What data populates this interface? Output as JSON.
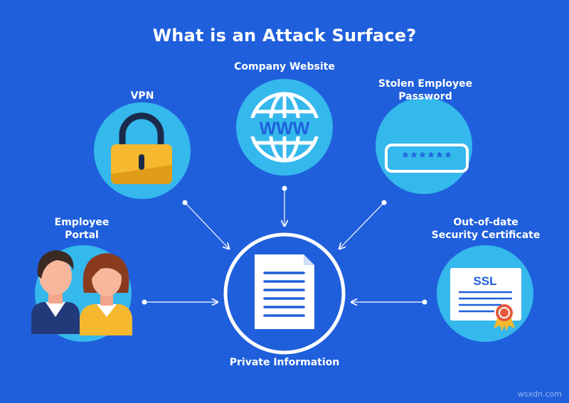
{
  "title": "What is an Attack Surface?",
  "nodes": {
    "center": {
      "label": "Private Information",
      "icon": "document-icon"
    },
    "website": {
      "label": "Company Website",
      "icon": "globe-www-icon",
      "badge": "WWW"
    },
    "vpn": {
      "label": "VPN",
      "icon": "padlock-icon"
    },
    "password": {
      "line1": "Stolen Employee",
      "line2": "Password",
      "icon": "password-field-icon",
      "mask": "******"
    },
    "portal": {
      "line1": "Employee",
      "line2": "Portal",
      "icon": "employees-icon"
    },
    "certificate": {
      "line1": "Out-of-date",
      "line2": "Security Certificate",
      "icon": "ssl-certificate-icon",
      "badge": "SSL"
    }
  },
  "watermark": "wsxdn.com",
  "colors": {
    "background": "#1f5fdc",
    "circle": "#35b8ec",
    "lock": "#f5b82e",
    "ribbon": "#e45a3c"
  }
}
